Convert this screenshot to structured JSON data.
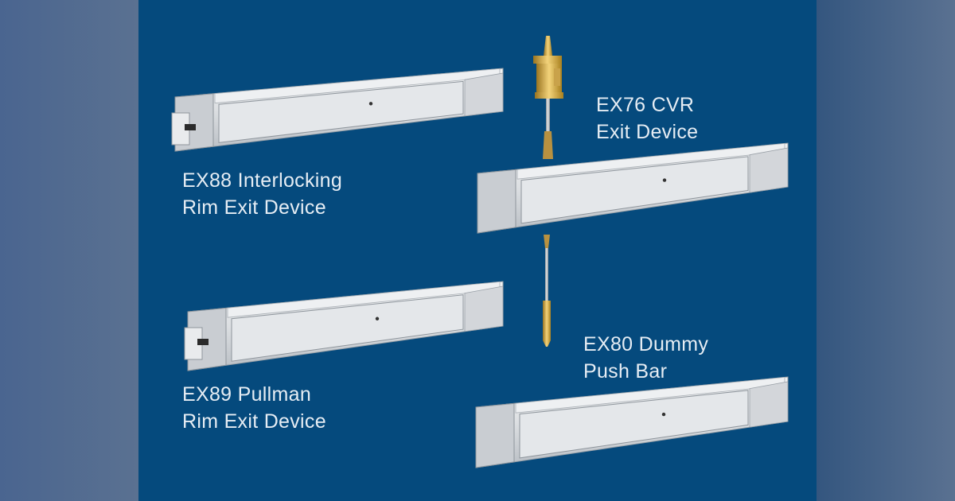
{
  "colors": {
    "panel_background": "#054a7d",
    "side_background": "#52698f",
    "label_text": "#e6edf4",
    "bar_aluminum": "#d9dcdf",
    "mechanism_brass": "#d4a640"
  },
  "products": [
    {
      "line1": "EX88 Interlocking",
      "line2": "Rim Exit Device"
    },
    {
      "line1": "EX76 CVR",
      "line2": "Exit Device"
    },
    {
      "line1": "EX89 Pullman",
      "line2": "Rim Exit Device"
    },
    {
      "line1": "EX80 Dummy",
      "line2": "Push Bar"
    }
  ]
}
